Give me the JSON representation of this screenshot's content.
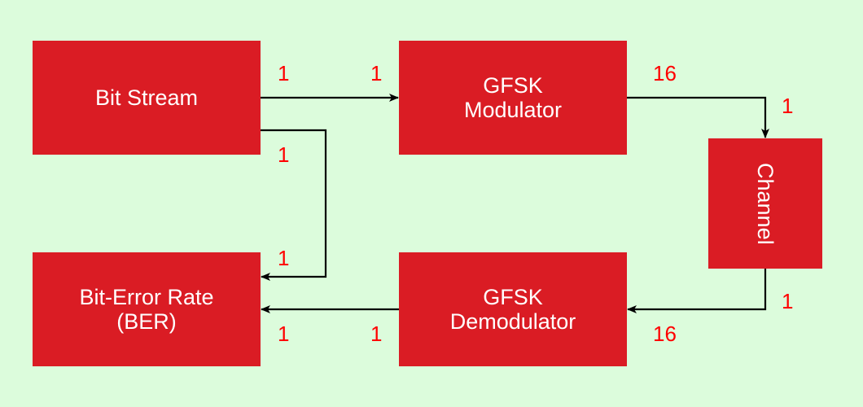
{
  "colors": {
    "background": "#dcfcdc",
    "block_fill": "#da1c24",
    "block_text": "#ffffff",
    "port_label": "#ff0000",
    "wire": "#000000"
  },
  "blocks": {
    "bit_stream": {
      "lines": [
        "Bit Stream"
      ]
    },
    "gfsk_modulator": {
      "lines": [
        "GFSK",
        "Modulator"
      ]
    },
    "channel": {
      "lines": [
        "Channel"
      ]
    },
    "gfsk_demodulator": {
      "lines": [
        "GFSK",
        "Demodulator"
      ]
    },
    "ber": {
      "lines": [
        "Bit-Error Rate",
        "(BER)"
      ]
    }
  },
  "port_labels": {
    "bit_stream_out_top": "1",
    "modulator_in": "1",
    "modulator_out": "16",
    "channel_in": "1",
    "bit_stream_out_bottom": "1",
    "ber_in_top": "1",
    "channel_out": "1",
    "demodulator_in": "16",
    "demodulator_out": "1",
    "ber_in_bottom": "1"
  }
}
